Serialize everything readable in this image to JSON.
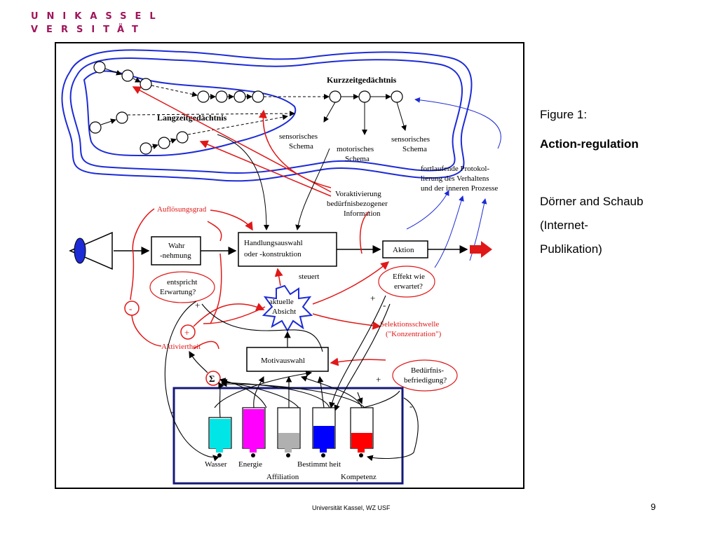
{
  "logo": {
    "line1": "UNIKASSEL",
    "line2": "VERSITÄT",
    "color": "#a0145a"
  },
  "sidebar": {
    "figure_label": "Figure 1:",
    "figure_title": "Action-regulation",
    "author": "Dörner and Schaub",
    "source_line1": "(Internet-",
    "source_line2": "Publikation)"
  },
  "footer": {
    "text": "Universität Kassel, WZ USF",
    "page": "9"
  },
  "diagram": {
    "kurzzeit": "Kurzzeitgedächtnis",
    "langzeit": "Langzeitgedächtnis",
    "sens1_a": "sensorisches",
    "sens1_b": "Schema",
    "motor_a": "motorisches",
    "motor_b": "Schema",
    "sens2_a": "sensorisches",
    "sens2_b": "Schema",
    "protokoll_1": "fortlaufende Protokol-",
    "protokoll_2": "lierung des Verhaltens",
    "protokoll_3": "und der inneren Prozesse",
    "vorakt_1": "Voraktivierung",
    "vorakt_2": "bedürfnisbezogener",
    "vorakt_3": "Information",
    "aufloesung": "Auflösungsgrad",
    "wahr_1": "Wahr",
    "wahr_2": "-nehmung",
    "handlung_1": "Handlungsauswahl",
    "handlung_2": "oder -konstruktion",
    "aktion": "Aktion",
    "erwartung_1": "entspricht",
    "erwartung_2": "Erwartung?",
    "steuert": "steuert",
    "effekt_1": "Effekt wie",
    "effekt_2": "erwartet?",
    "absicht_1": "aktuelle",
    "absicht_2": "Absicht",
    "selektion_1": "Selektionsschwelle",
    "selektion_2": "(\"Konzentration\")",
    "aktiviertheit": "Aktiviertheit",
    "motivauswahl": "Motivauswahl",
    "befriedigung_1": "Bedürfnis-",
    "befriedigung_2": "befriedigung?",
    "sigma": "Σ",
    "plus": "+",
    "minus": "-",
    "tank_wasser": "Wasser",
    "tank_energie": "Energie",
    "tank_affiliation": "Affiliation",
    "tank_bestimmtheit": "Bestimmt heit",
    "tank_kompetenz": "Kompetenz",
    "colors": {
      "red": "#e01818",
      "blue": "#1d2bd6",
      "navy": "#141a78",
      "cyan": "#00e5e5",
      "magenta": "#ff00ff",
      "grey": "#b0b0b0",
      "tankblue": "#0000ff",
      "tankred": "#ff0000"
    }
  }
}
